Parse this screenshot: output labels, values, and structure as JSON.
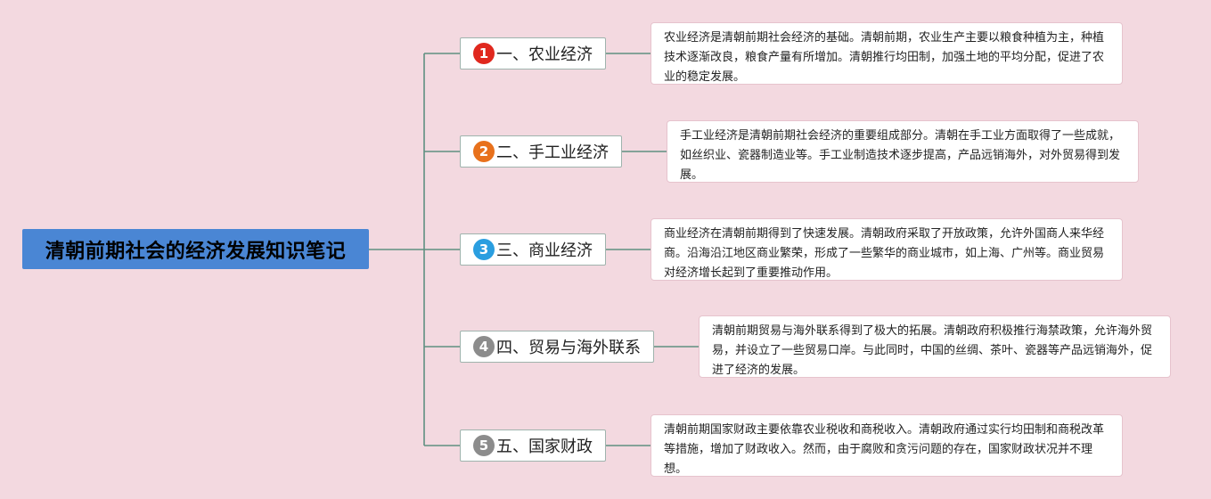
{
  "root": {
    "title": "清朝前期社会的经济发展知识笔记"
  },
  "colors": {
    "background": "#f3d9e0",
    "root": "#4a86d4",
    "connector": "#5f8f80"
  },
  "branches": [
    {
      "number": "1",
      "label": "一、农业经济",
      "badge_color": "#e0281e",
      "note": "农业经济是清朝前期社会经济的基础。清朝前期，农业生产主要以粮食种植为主，种植技术逐渐改良，粮食产量有所增加。清朝推行均田制，加强土地的平均分配，促进了农业的稳定发展。"
    },
    {
      "number": "2",
      "label": "二、手工业经济",
      "badge_color": "#e8711c",
      "note": "手工业经济是清朝前期社会经济的重要组成部分。清朝在手工业方面取得了一些成就，如丝织业、瓷器制造业等。手工业制造技术逐步提高，产品远销海外，对外贸易得到发展。"
    },
    {
      "number": "3",
      "label": "三、商业经济",
      "badge_color": "#2a9ee0",
      "note": "商业经济在清朝前期得到了快速发展。清朝政府采取了开放政策，允许外国商人来华经商。沿海沿江地区商业繁荣，形成了一些繁华的商业城市，如上海、广州等。商业贸易对经济增长起到了重要推动作用。"
    },
    {
      "number": "4",
      "label": "四、贸易与海外联系",
      "badge_color": "#8c8c8c",
      "note": "清朝前期贸易与海外联系得到了极大的拓展。清朝政府积极推行海禁政策，允许海外贸易，并设立了一些贸易口岸。与此同时，中国的丝绸、茶叶、瓷器等产品远销海外，促进了经济的发展。"
    },
    {
      "number": "5",
      "label": "五、国家财政",
      "badge_color": "#8c8c8c",
      "note": "清朝前期国家财政主要依靠农业税收和商税收入。清朝政府通过实行均田制和商税改革等措施，增加了财政收入。然而，由于腐败和贪污问题的存在，国家财政状况并不理想。"
    }
  ]
}
